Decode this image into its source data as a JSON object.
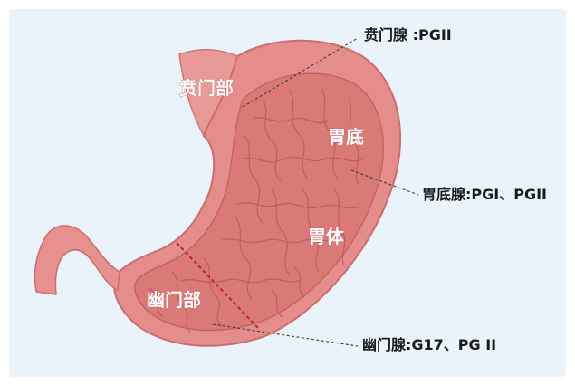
{
  "regions": {
    "cardia": "贲门部",
    "fundus": "胃底",
    "body": "胃体",
    "pylorus": "幽门部"
  },
  "glands": {
    "cardiac": "贲门腺 :PGII",
    "fundic": "胃底腺:PGI、PGII",
    "pyloric": "幽门腺:G17、PG II"
  },
  "colors": {
    "background": "#eaf3fa",
    "outer_wall": "#e58d8c",
    "inner_mucosa": "#d97a76",
    "fold_lines": "#b95a57",
    "boundary_line": "#cc1f1f",
    "region_text": "#ffffff"
  }
}
